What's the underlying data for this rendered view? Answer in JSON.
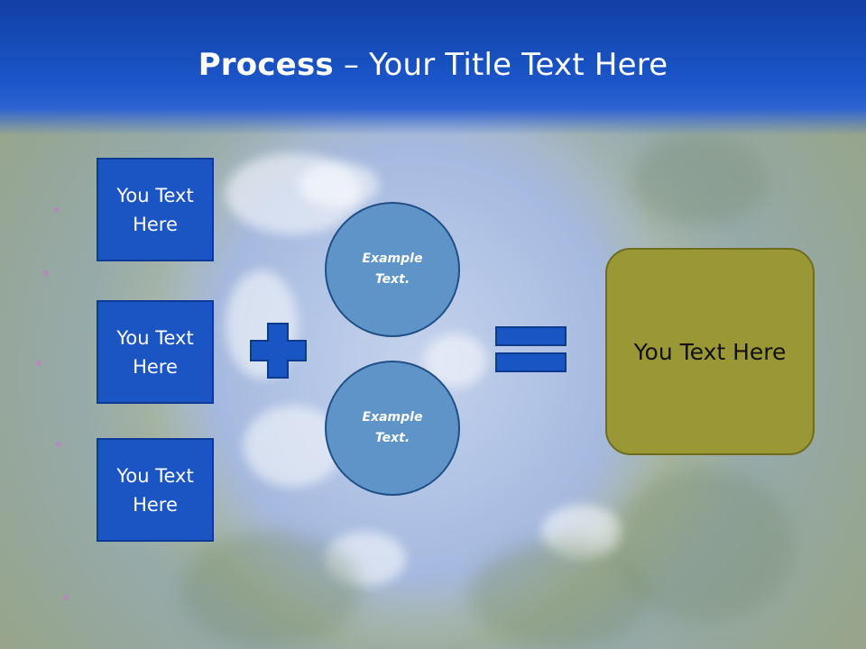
{
  "slide": {
    "title_bold": "Process",
    "title_rest": " – Your Title Text Here"
  },
  "left_boxes": [
    {
      "label": "You Text Here"
    },
    {
      "label": "You Text Here"
    },
    {
      "label": "You Text Here"
    }
  ],
  "circles": [
    {
      "label": "Example Text."
    },
    {
      "label": "Example Text."
    }
  ],
  "result": {
    "label": "You Text Here"
  },
  "colors": {
    "header": "#1a55c8",
    "box_fill": "#1b55c4",
    "circle_fill": "#5f94c9",
    "result_fill": "#999834",
    "title_text": "#ffffff"
  },
  "icons": {
    "plus": "plus-icon",
    "equals": "equals-icon"
  }
}
